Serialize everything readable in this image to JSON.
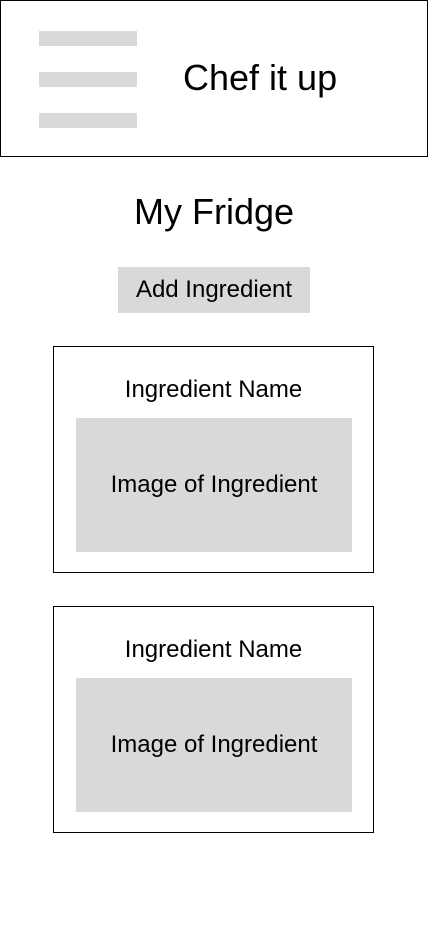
{
  "header": {
    "menu_icon": "hamburger-menu-icon",
    "app_title": "Chef it up"
  },
  "page": {
    "title": "My Fridge",
    "add_button_label": "Add Ingredient"
  },
  "ingredients": [
    {
      "name": "Ingredient Name",
      "image_label": "Image of Ingredient"
    },
    {
      "name": "Ingredient Name",
      "image_label": "Image of Ingredient"
    }
  ],
  "colors": {
    "placeholder_gray": "#d9d9d9",
    "border": "#000000",
    "background": "#ffffff"
  }
}
